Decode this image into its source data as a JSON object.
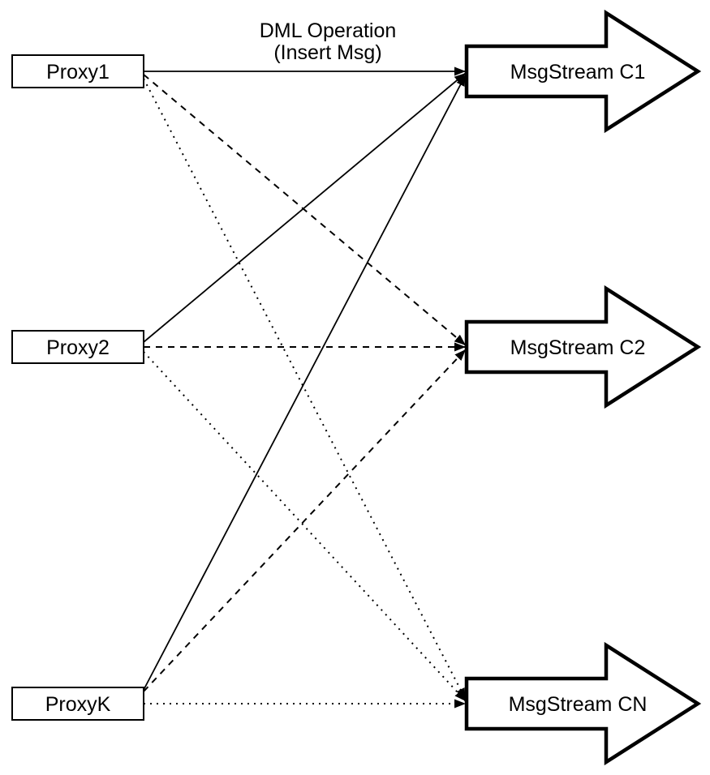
{
  "diagram": {
    "background_color": "#ffffff",
    "stroke_color": "#000000",
    "fill_color": "#ffffff",
    "edge_label": {
      "line1": "DML Operation",
      "line2": "(Insert Msg)"
    },
    "proxies": [
      {
        "label": "Proxy1"
      },
      {
        "label": "Proxy2"
      },
      {
        "label": "ProxyK"
      }
    ],
    "streams": [
      {
        "label": "MsgStream C1"
      },
      {
        "label": "MsgStream C2"
      },
      {
        "label": "MsgStream CN"
      }
    ],
    "edges": [
      {
        "from": "Proxy1",
        "to": "MsgStream C1",
        "style": "solid",
        "label": "DML Operation (Insert Msg)"
      },
      {
        "from": "Proxy1",
        "to": "MsgStream C2",
        "style": "dashed",
        "label": ""
      },
      {
        "from": "Proxy1",
        "to": "MsgStream CN",
        "style": "dotted",
        "label": ""
      },
      {
        "from": "Proxy2",
        "to": "MsgStream C1",
        "style": "solid",
        "label": ""
      },
      {
        "from": "Proxy2",
        "to": "MsgStream C2",
        "style": "dashed",
        "label": ""
      },
      {
        "from": "Proxy2",
        "to": "MsgStream CN",
        "style": "dotted",
        "label": ""
      },
      {
        "from": "ProxyK",
        "to": "MsgStream C1",
        "style": "solid",
        "label": ""
      },
      {
        "from": "ProxyK",
        "to": "MsgStream C2",
        "style": "dashed",
        "label": ""
      },
      {
        "from": "ProxyK",
        "to": "MsgStream CN",
        "style": "dotted",
        "label": ""
      }
    ]
  }
}
